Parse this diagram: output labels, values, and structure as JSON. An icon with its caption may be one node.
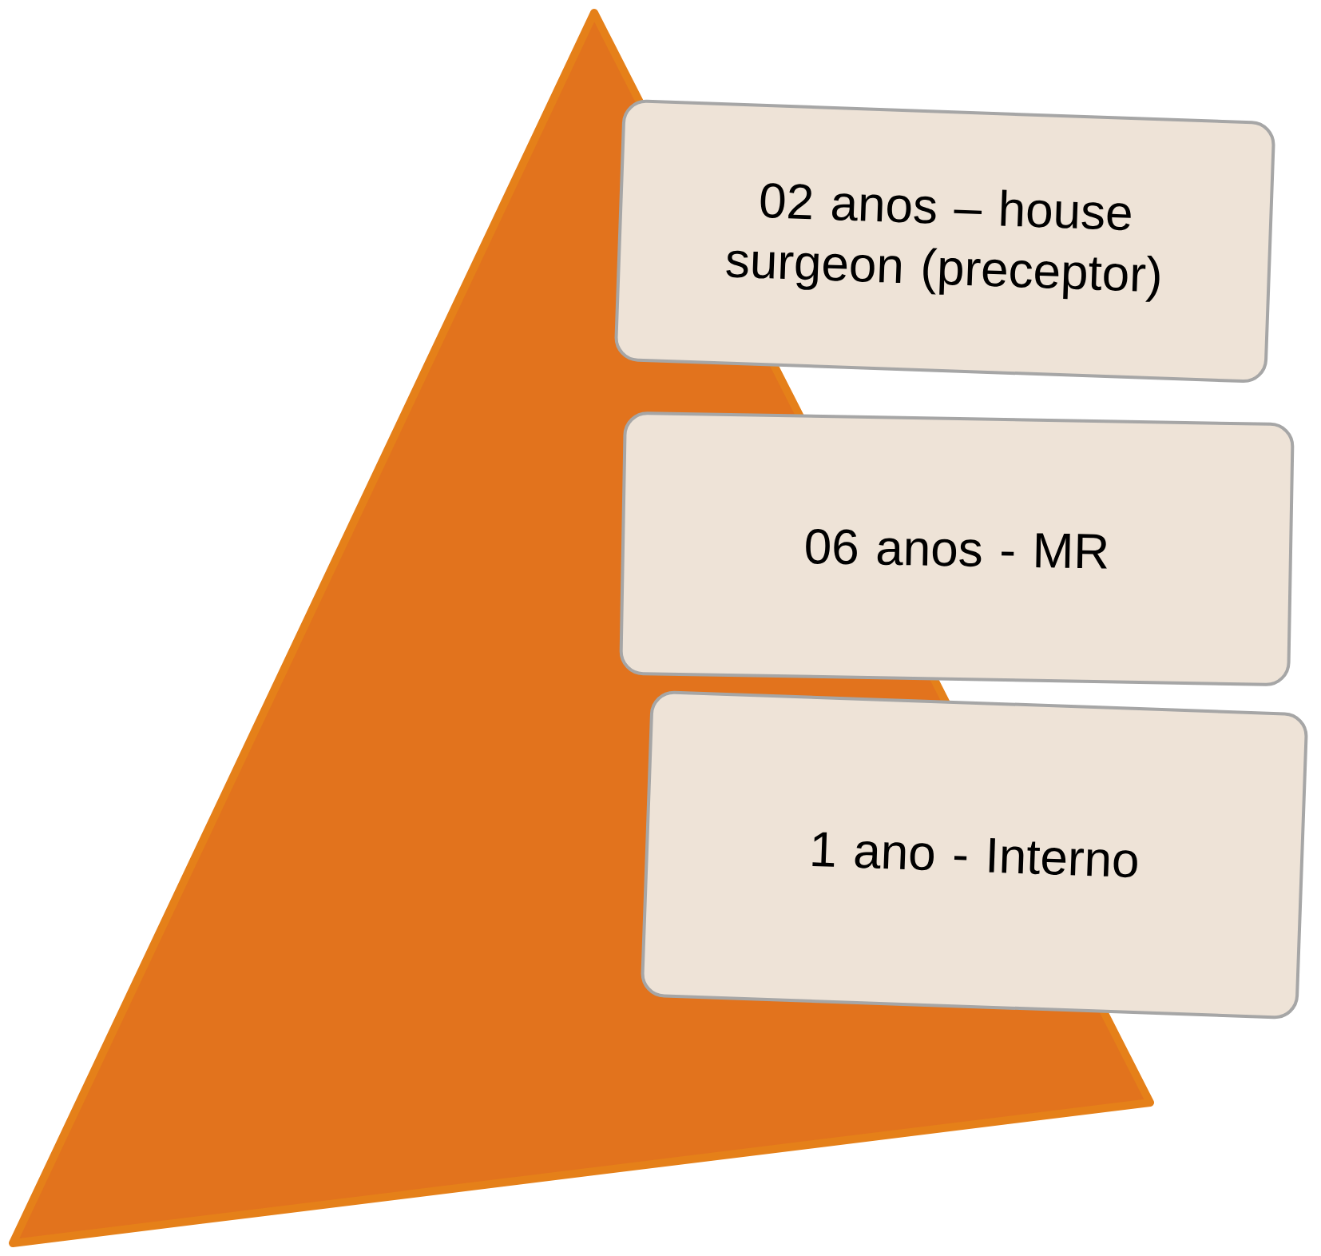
{
  "diagram": {
    "nodes": [
      {
        "text": [
          "02 anos – house surgeon (preceptor)"
        ]
      },
      {
        "text": [
          "06 anos - MR"
        ]
      },
      {
        "text": [
          "1 ano - Interno"
        ]
      }
    ]
  }
}
